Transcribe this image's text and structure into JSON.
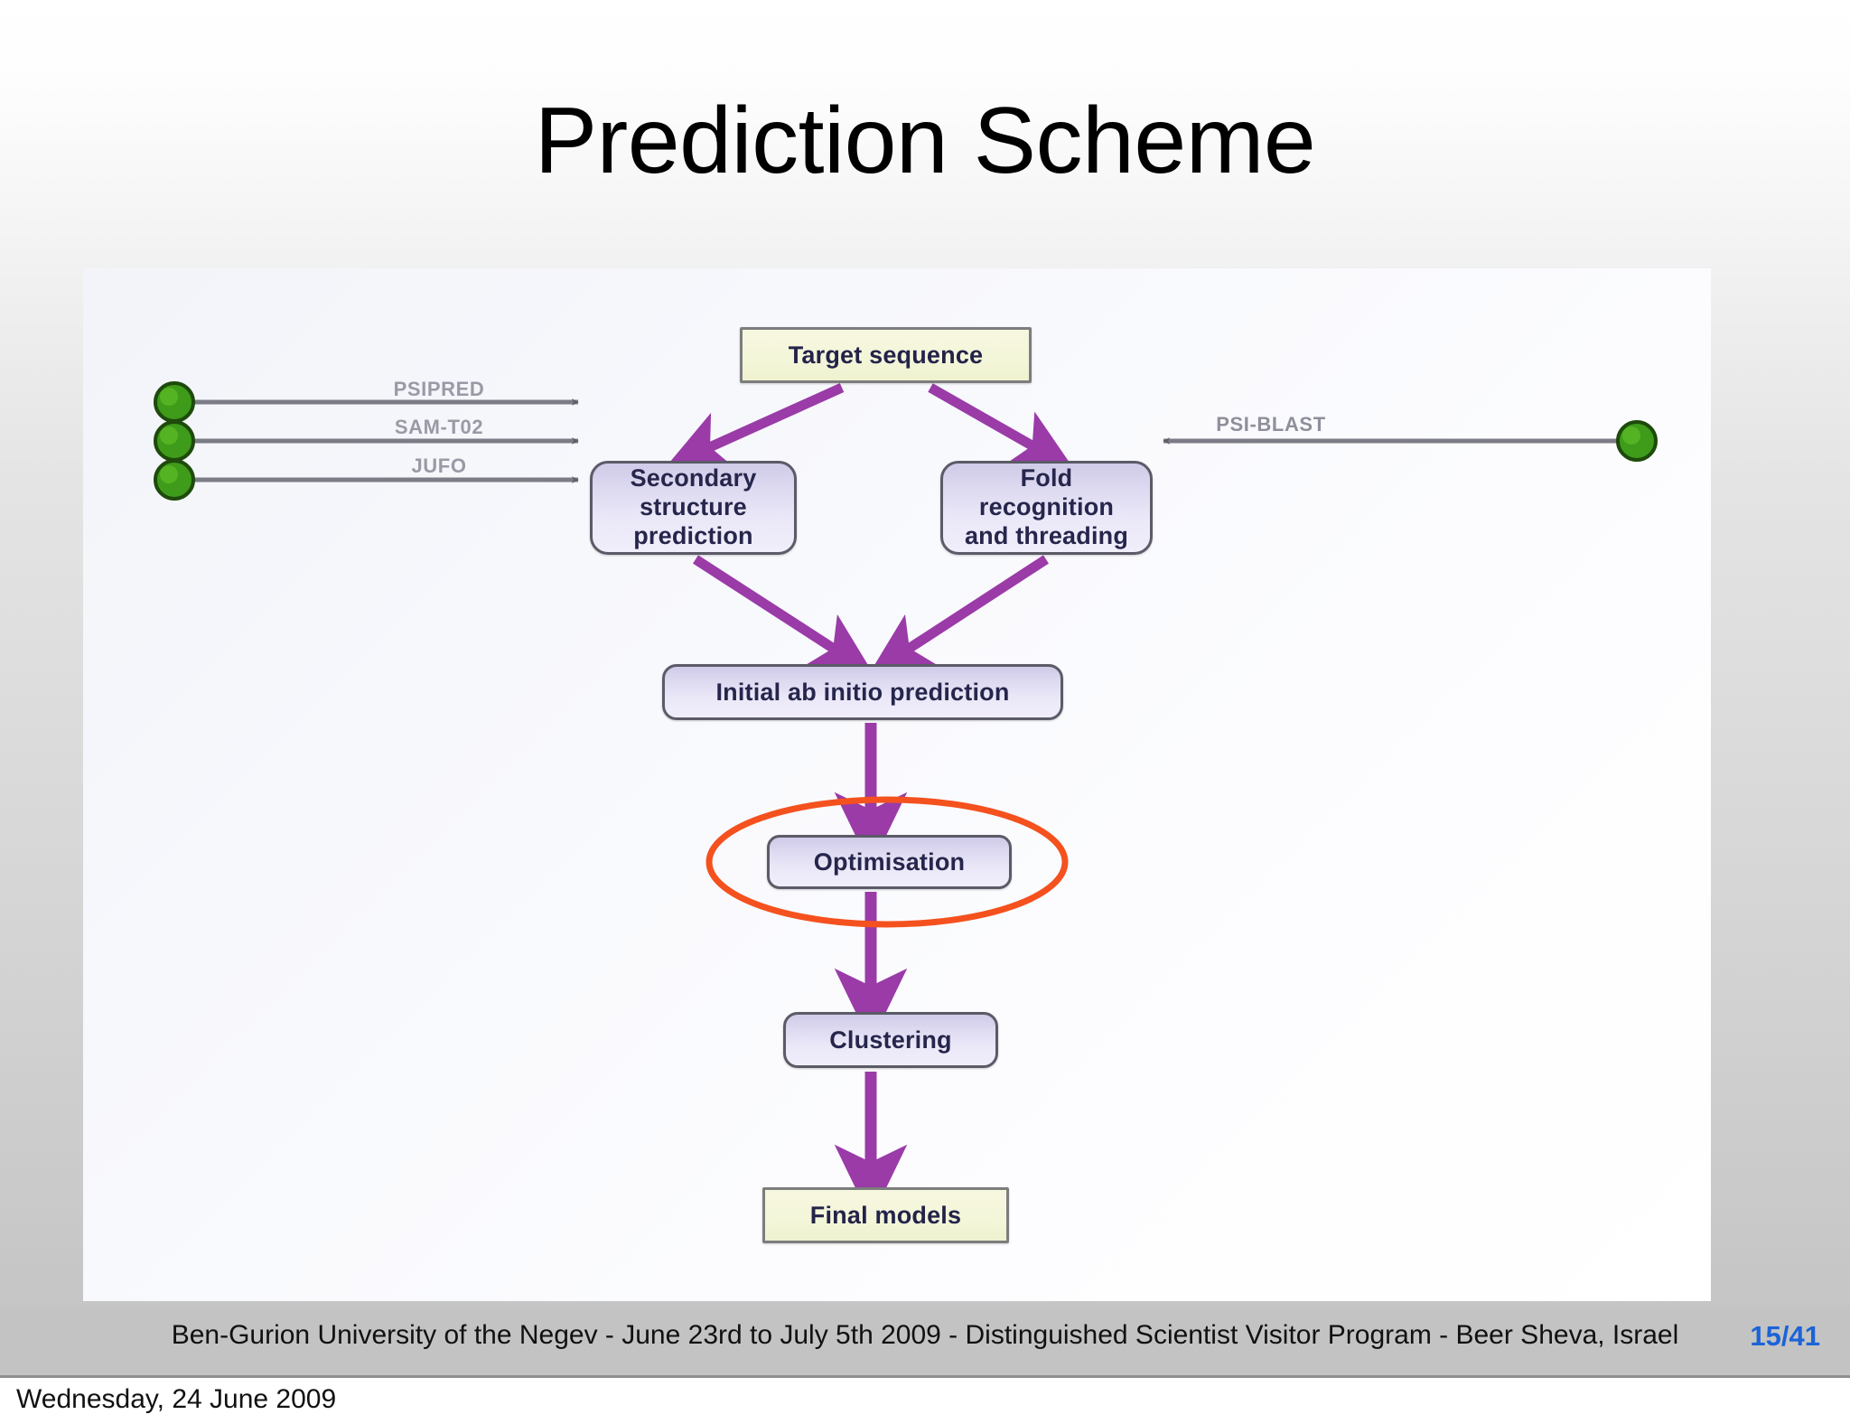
{
  "slide": {
    "title": "Prediction Scheme"
  },
  "diagram": {
    "nodes": [
      {
        "id": "target",
        "label": "Target sequence",
        "style": "yellow"
      },
      {
        "id": "secondary",
        "label": "Secondary\nstructure\nprediction",
        "style": "purple"
      },
      {
        "id": "fold",
        "label": "Fold\nrecognition\nand threading",
        "style": "purple"
      },
      {
        "id": "initial",
        "label": "Initial ab initio prediction",
        "style": "purple"
      },
      {
        "id": "optimisation",
        "label": "Optimisation",
        "style": "purple"
      },
      {
        "id": "clustering",
        "label": "Clustering",
        "style": "purple"
      },
      {
        "id": "final",
        "label": "Final models",
        "style": "yellow"
      }
    ],
    "node_labels": {
      "target": "Target sequence",
      "secondary_line1": "Secondary",
      "secondary_line2": "structure",
      "secondary_line3": "prediction",
      "fold_line1": "Fold",
      "fold_line2": "recognition",
      "fold_line3": "and threading",
      "initial": "Initial ab initio prediction",
      "optimisation": "Optimisation",
      "clustering": "Clustering",
      "final": "Final models"
    },
    "input_tools_left": [
      {
        "label": "PSIPRED",
        "target": "secondary"
      },
      {
        "label": "SAM-T02",
        "target": "secondary"
      },
      {
        "label": "JUFO",
        "target": "secondary"
      }
    ],
    "input_tools_right": [
      {
        "label": "PSI-BLAST",
        "target": "fold"
      }
    ],
    "highlight": {
      "shape": "ellipse",
      "around": "optimisation",
      "color": "#f4511e"
    },
    "colors": {
      "arrow": "#9a3ba8",
      "node_yellow_fill": "#f3f5d8",
      "node_purple_fill": "#e2deF3",
      "node_border": "#5b5b68",
      "input_dot": "#3f9b1a",
      "edge_line": "#7c7c86",
      "highlight_ellipse": "#f4511e"
    }
  },
  "footer": {
    "text": "Ben-Gurion University of the Negev - June 23rd to July 5th 2009 -  Distinguished Scientist Visitor Program - Beer Sheva, Israel",
    "page": "15/41"
  },
  "date_bar": {
    "date": "Wednesday, 24 June 2009"
  }
}
